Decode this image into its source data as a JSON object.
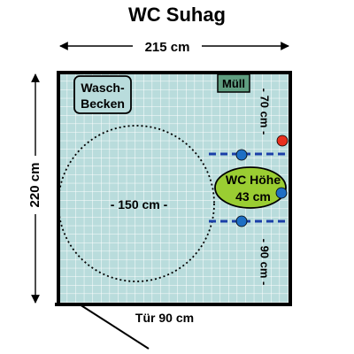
{
  "title": "WC Suhag",
  "width_label": "215 cm",
  "height_label": "220 cm",
  "turning_circle_label": "- 150 cm -",
  "sink": {
    "line1": "Wasch-",
    "line2": "Becken"
  },
  "bin_label": "Müll",
  "wc": {
    "line1": "WC Höhe",
    "line2": "43 cm"
  },
  "clearance_top_label": "- 70 cm -",
  "clearance_bottom_label": "- 90 cm -",
  "door_label": "Tür 90 cm",
  "colors": {
    "floor": "#b9dcdc",
    "tile_grid": "#ffffff",
    "wall": "#000000",
    "sink_fill": "#b9dcdc",
    "bin_fill": "#5f9e80",
    "wc_fill": "#9acd32",
    "grab_bar": "#1a3fa8",
    "button_blue": "#1e6fc4",
    "button_red": "#e8301e"
  }
}
